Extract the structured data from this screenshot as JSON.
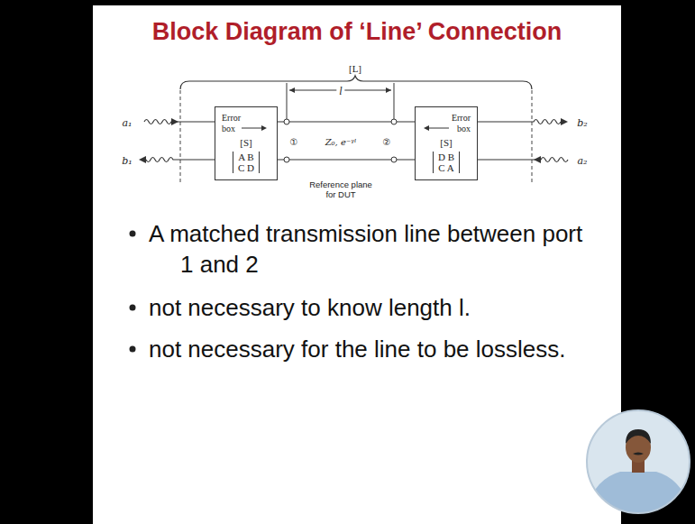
{
  "diagram": {
    "title": "Block Diagram of ‘Line’ Connection",
    "nodes": [
      {
        "text": [
          "Error box",
          "[S]",
          "A B C D"
        ]
      },
      {
        "text": [
          "Error box",
          "[S]",
          "D B C A"
        ]
      }
    ],
    "edges": [
      {
        "from": 0,
        "to": 1,
        "arrow": "none"
      },
      {
        "from": 0,
        "to": 1,
        "arrow": "none"
      }
    ],
    "labels": [
      "[L]",
      "l",
      "a₁",
      "b₁",
      "①",
      "Z₀, e⁻ᵞˡ",
      "②",
      "b₂",
      "a₂",
      "Reference plane for DUT",
      "A matched transmission line between port 1 and 2",
      "not necessary to know length l.",
      "not necessary for the line to be lossless."
    ]
  }
}
